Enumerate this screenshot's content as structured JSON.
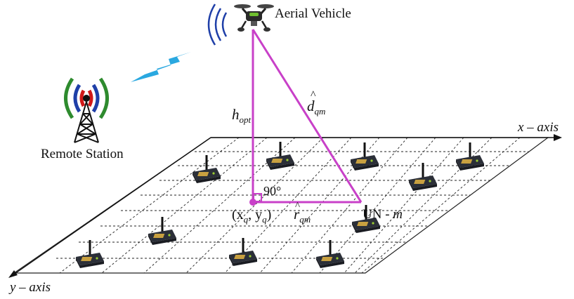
{
  "labels": {
    "aerial_vehicle": "Aerial Vehicle",
    "remote_station": "Remote Station",
    "x_axis": "x – axis",
    "y_axis": "y – axis",
    "h_opt": "h",
    "h_opt_sub": "opt",
    "d_qm": "d",
    "d_qm_sub": "qm",
    "r_qm": "r",
    "r_qm_sub": "qm",
    "angle": "90°",
    "point": "(x",
    "point_q1": "q",
    "point_mid": ", y",
    "point_q2": "q",
    "point_end": ")",
    "un": "UN - ",
    "un_m": "m"
  },
  "colors": {
    "triangle": "#c840c8",
    "link": "#2aa8e0",
    "grid": "#222222",
    "signal_blue": "#1f3fa8",
    "signal_green": "#2e8b2e",
    "signal_red": "#d01818"
  },
  "icons": {
    "drone": "quadcopter-drone-icon",
    "tower": "radio-tower-icon",
    "node": "sensor-node-icon",
    "bolt": "lightning-bolt-icon"
  }
}
